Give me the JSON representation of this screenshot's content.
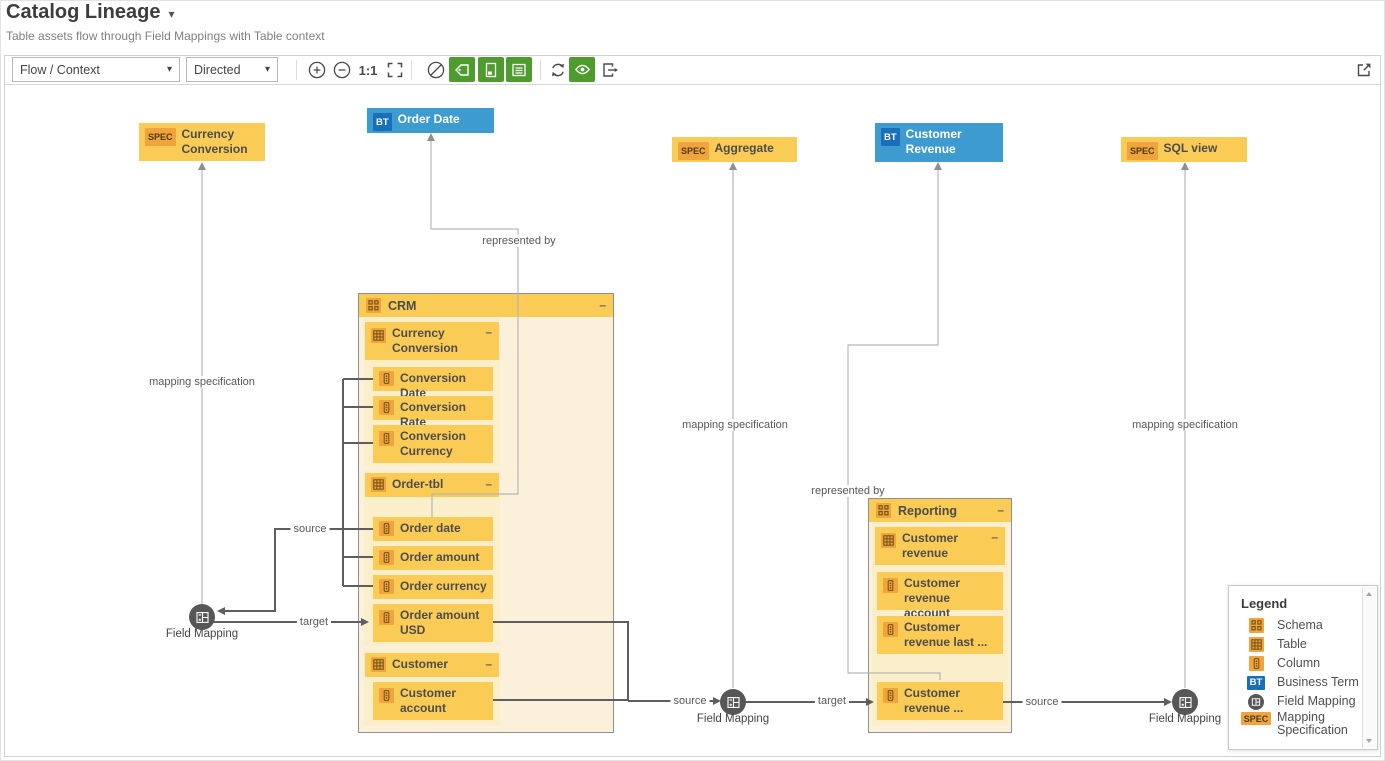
{
  "header": {
    "title": "Catalog Lineage",
    "caret": "▾",
    "subtitle": "Table assets flow through Field Mappings with Table context"
  },
  "toolbar": {
    "view_select": "Flow / Context",
    "direction_select": "Directed",
    "zoom_level": "1:1"
  },
  "glyphs": {
    "collapse": "–",
    "caret_down": "▾"
  },
  "badges": {
    "business_term": "BT",
    "specification": "SPEC"
  },
  "nodes": {
    "currency_conversion_spec": {
      "label": "Currency Conversion"
    },
    "order_date_term": {
      "label": "Order Date"
    },
    "aggregate_spec": {
      "label": "Aggregate"
    },
    "customer_revenue_term": {
      "label": "Customer Revenue"
    },
    "sql_view_spec": {
      "label": "SQL view"
    },
    "crm_schema": {
      "label": "CRM",
      "tables": [
        {
          "label": "Currency Conversion",
          "columns": [
            "Conversion Date",
            "Conversion Rate",
            "Conversion Currency"
          ]
        },
        {
          "label": "Order-tbl",
          "columns": [
            "Order date",
            "Order amount",
            "Order currency",
            "Order amount USD"
          ]
        },
        {
          "label": "Customer",
          "columns": [
            "Customer account"
          ]
        }
      ]
    },
    "reporting_schema": {
      "label": "Reporting",
      "tables": [
        {
          "label": "Customer revenue",
          "columns": [
            "Customer revenue account",
            "Customer revenue last ...",
            "Customer revenue ..."
          ]
        }
      ]
    },
    "field_mapping_label": "Field Mapping"
  },
  "edges": {
    "labels": {
      "mapping_specification": "mapping specification",
      "represented_by": "represented by",
      "source": "source",
      "target": "target"
    }
  },
  "legend": {
    "title": "Legend",
    "items": [
      {
        "icon": "schema-icon",
        "label": "Schema"
      },
      {
        "icon": "table-icon",
        "label": "Table"
      },
      {
        "icon": "column-icon",
        "label": "Column"
      },
      {
        "icon": "business-term-icon",
        "label": "Business Term"
      },
      {
        "icon": "field-mapping-icon",
        "label": "Field Mapping"
      },
      {
        "icon": "mapping-specification-icon",
        "label": "Mapping Specification"
      }
    ]
  },
  "colors": {
    "asset_yellow": "#facb55",
    "badge_orange": "#f0a43e",
    "term_blue": "#3e9bd0",
    "term_badge_blue": "#1a70b8",
    "toolbar_green": "#4e9c2e",
    "edge_thin_gray": "#b7b7b7",
    "edge_thick_gray": "#5e5e5e"
  }
}
